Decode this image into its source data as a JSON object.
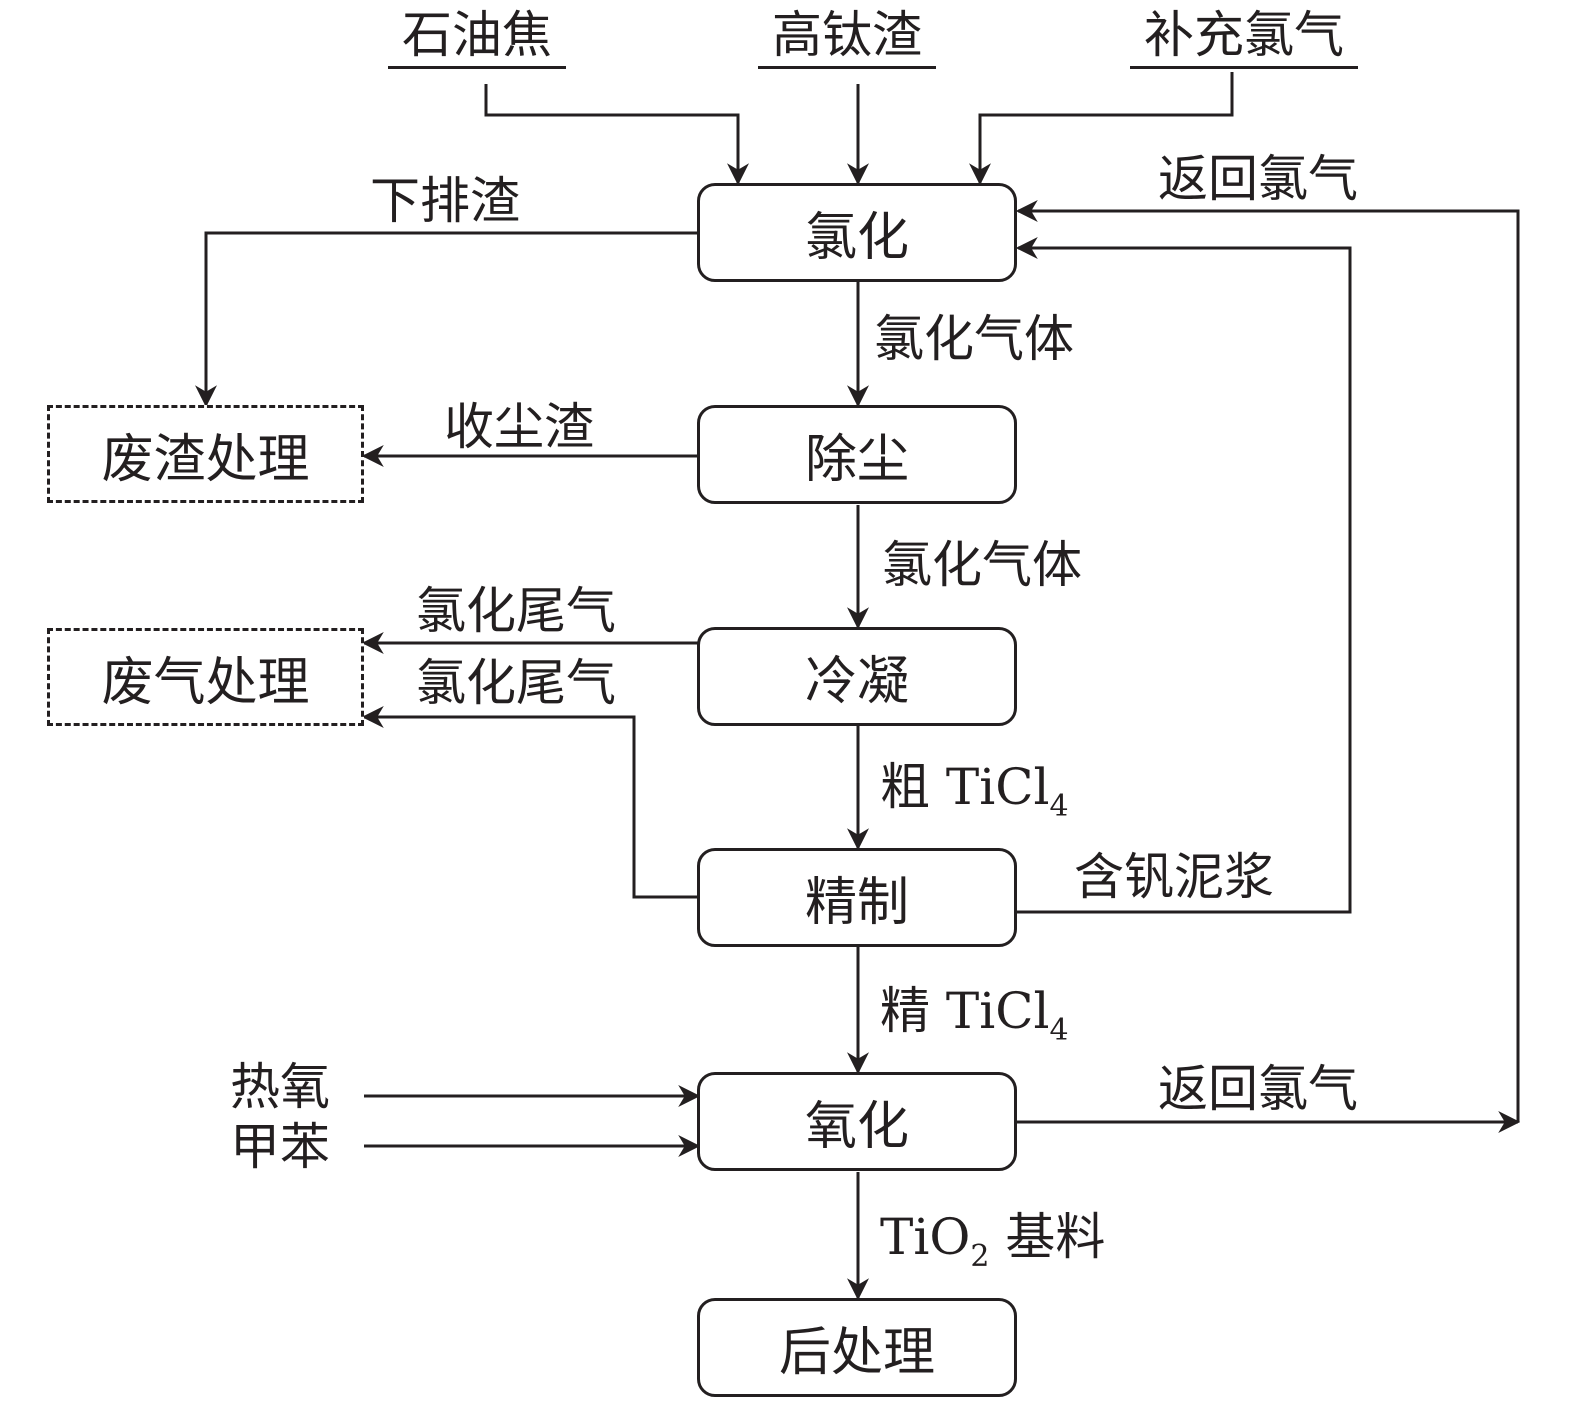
{
  "inputs": {
    "petroleum_coke": "石油焦",
    "high_titanium_slag": "高钛渣",
    "supplementary_chlorine": "补充氯气",
    "hot_oxygen": "热氧",
    "toluene": "甲苯"
  },
  "processes": {
    "chlorination": "氯化",
    "dedusting": "除尘",
    "condensation": "冷凝",
    "refining": "精制",
    "oxidation": "氧化",
    "post_treatment": "后处理"
  },
  "treatment": {
    "waste_slag": "废渣处理",
    "waste_gas": "废气处理"
  },
  "flows": {
    "bottom_slag": "下排渣",
    "chlorination_gas_1": "氯化气体",
    "dust_slag": "收尘渣",
    "chlorination_gas_2": "氯化气体",
    "tail_gas_1": "氯化尾气",
    "tail_gas_2": "氯化尾气",
    "crude_prefix": "粗 TiCl",
    "crude_sub": "4",
    "vanadium_slurry": "含钒泥浆",
    "refined_prefix": "精 TiCl",
    "refined_sub": "4",
    "return_chlorine_top": "返回氯气",
    "return_chlorine_bottom": "返回氯气",
    "tio2_prefix": "TiO",
    "tio2_sub": "2",
    "tio2_suffix": " 基料"
  }
}
